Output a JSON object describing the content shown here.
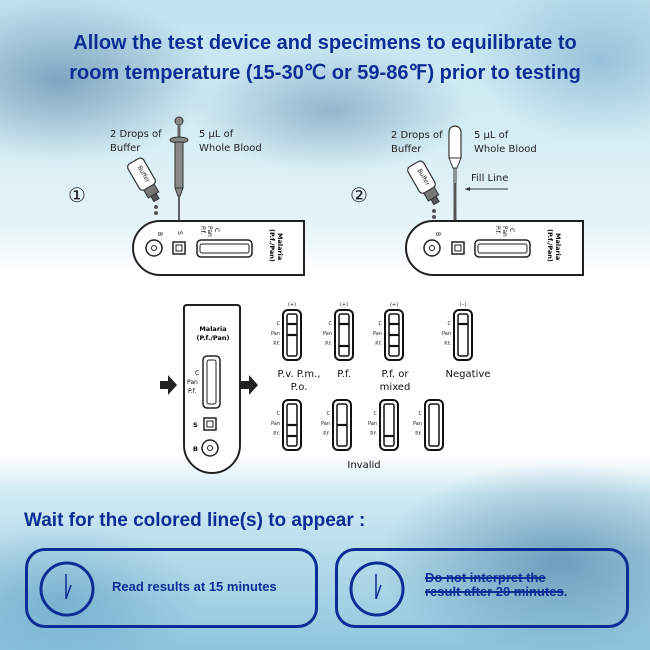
{
  "header": {
    "line1": "Allow the test device and specimens to equilibrate to",
    "line2": "room temperature (15-30℃ or 59-86℉) prior to testing"
  },
  "step1": {
    "number": "①",
    "buffer_label_1": "2 Drops of",
    "buffer_label_2": "Buffer",
    "blood_label_1": "5 µL of",
    "blood_label_2": "Whole Blood",
    "dropper_text": "Buffer",
    "tool": "pipette-icon"
  },
  "step2": {
    "number": "②",
    "buffer_label_1": "2 Drops of",
    "buffer_label_2": "Buffer",
    "blood_label_1": "5 µL of",
    "blood_label_2": "Whole Blood",
    "fill_line_label": "Fill Line",
    "dropper_text": "Buffer",
    "tool": "dropper-icon"
  },
  "device": {
    "name_1": "Malaria",
    "name_2": "(P.f./Pan)",
    "line_c": "C",
    "line_pan": "Pan",
    "line_pf": "P.f.",
    "sample_well": "S",
    "buffer_well": "B"
  },
  "results": {
    "line_labels": [
      "C",
      "Pan",
      "P.f."
    ],
    "positive_sign": "(+)",
    "negative_sign": "(–)",
    "cases": [
      {
        "caption_1": "P.v. P.m.,",
        "caption_2": "P.o.",
        "sign": "(+)",
        "lines": {
          "c": true,
          "pan": true,
          "pf": false
        }
      },
      {
        "caption_1": "P.f.",
        "caption_2": "",
        "sign": "(+)",
        "lines": {
          "c": true,
          "pan": false,
          "pf": true
        }
      },
      {
        "caption_1": "P.f. or",
        "caption_2": "mixed",
        "sign": "(+)",
        "lines": {
          "c": true,
          "pan": true,
          "pf": true
        }
      },
      {
        "caption_1": "Negative",
        "caption_2": "",
        "sign": "(–)",
        "lines": {
          "c": true,
          "pan": false,
          "pf": false
        }
      }
    ],
    "invalid_caption": "Invalid",
    "invalid_cases": [
      {
        "lines": {
          "c": false,
          "pan": true,
          "pf": true
        }
      },
      {
        "lines": {
          "c": false,
          "pan": true,
          "pf": false
        }
      },
      {
        "lines": {
          "c": false,
          "pan": false,
          "pf": true
        }
      },
      {
        "lines": {
          "c": false,
          "pan": false,
          "pf": false
        }
      }
    ]
  },
  "wait": {
    "title": "Wait for the colored line(s) to appear :",
    "read_text": "Read results at 15 minutes",
    "warning_line1": "Do not interpret the",
    "warning_line2": "result after 20 minutes",
    "warning_end": ".",
    "accent_color": "#0d2d96"
  }
}
